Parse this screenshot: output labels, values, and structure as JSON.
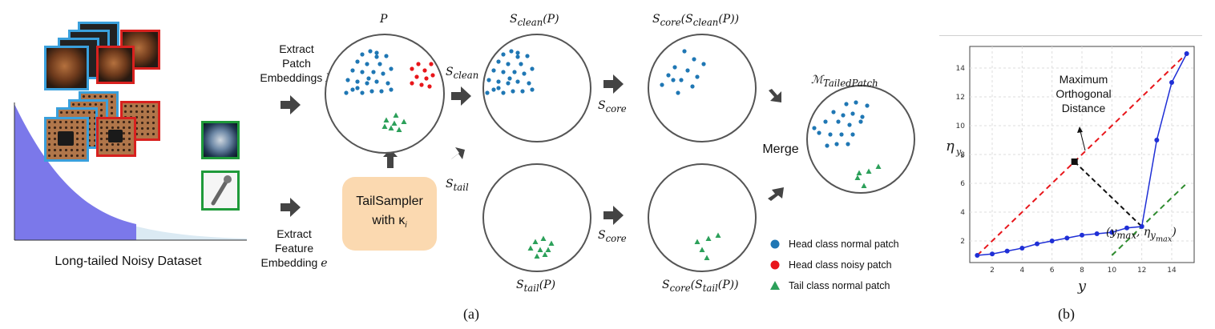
{
  "left": {
    "dataset_label": "Long-tailed Noisy Dataset"
  },
  "labels": {
    "extract_patch": [
      "Extract",
      "Patch",
      "Embeddings"
    ],
    "extract_patch_symbol": "P",
    "extract_feature": [
      "Extract",
      "Feature",
      "Embedding"
    ],
    "extract_feature_symbol": "e",
    "merge": "Merge",
    "sampler_line1": "TailSampler",
    "sampler_line2": "with κ",
    "sampler_sub": "i"
  },
  "math": {
    "P": "P",
    "s_clean_p": "S<sub>clean</sub>(P)",
    "s_clean": "S<sub>clean</sub>",
    "s_tail": "S<sub>tail</sub>",
    "s_core_top": "S<sub>core</sub>",
    "s_core_bottom": "S<sub>core</sub>",
    "s_core_clean": "S<sub>core</sub>(S<sub>clean</sub>(P))",
    "s_tail_p": "S<sub>tail</sub>(P)",
    "s_core_tail": "S<sub>core</sub>(S<sub>tail</sub>(P))",
    "m_tailed": "ℳ<sub>TailedPatch</sub>"
  },
  "legend": [
    {
      "label": "Head class normal patch",
      "color": "#1f77b4",
      "shape": "circle"
    },
    {
      "label": "Head class noisy patch",
      "color": "#e8161b",
      "shape": "circle"
    },
    {
      "label": "Tail class normal patch",
      "color": "#2ca05a",
      "shape": "triangle"
    }
  ],
  "captions": {
    "a": "(a)",
    "b": "(b)"
  },
  "plot": {
    "annotation": [
      "Maximum",
      "Orthogonal",
      "Distance"
    ],
    "xlabel": "y",
    "ylabel": "η",
    "ylabel_sub": "y",
    "ylabel_subsub": "s",
    "point_label": "(y<sub>max</sub>, η<sub>y<sub>max</sub></sub>)",
    "x_ticks": [
      "2",
      "4",
      "6",
      "8",
      "10",
      "12",
      "14"
    ],
    "y_ticks": [
      "2",
      "4",
      "6",
      "8",
      "10",
      "12",
      "14"
    ]
  },
  "chart_data": {
    "type": "line",
    "x": [
      1,
      2,
      3,
      4,
      5,
      6,
      7,
      8,
      9,
      10,
      11,
      12,
      13,
      14,
      15
    ],
    "series": [
      {
        "values": [
          1.0,
          1.1,
          1.3,
          1.5,
          1.8,
          2.0,
          2.2,
          2.4,
          2.5,
          2.6,
          2.9,
          3.0,
          9.0,
          13.0,
          15.0
        ],
        "color": "#1f2fd6"
      }
    ],
    "diagonal": {
      "from": [
        1,
        1
      ],
      "to": [
        15,
        15
      ],
      "color": "#e8161b",
      "style": "dashed"
    },
    "parallel": {
      "from": [
        10,
        1
      ],
      "to": [
        15,
        6
      ],
      "color": "#2e8b2e",
      "style": "dashed"
    },
    "projection_point": [
      7.5,
      7.5
    ],
    "max_point": [
      12,
      3.0
    ],
    "xlim": [
      0.5,
      15.5
    ],
    "ylim": [
      0.5,
      15.5
    ],
    "grid": true
  }
}
